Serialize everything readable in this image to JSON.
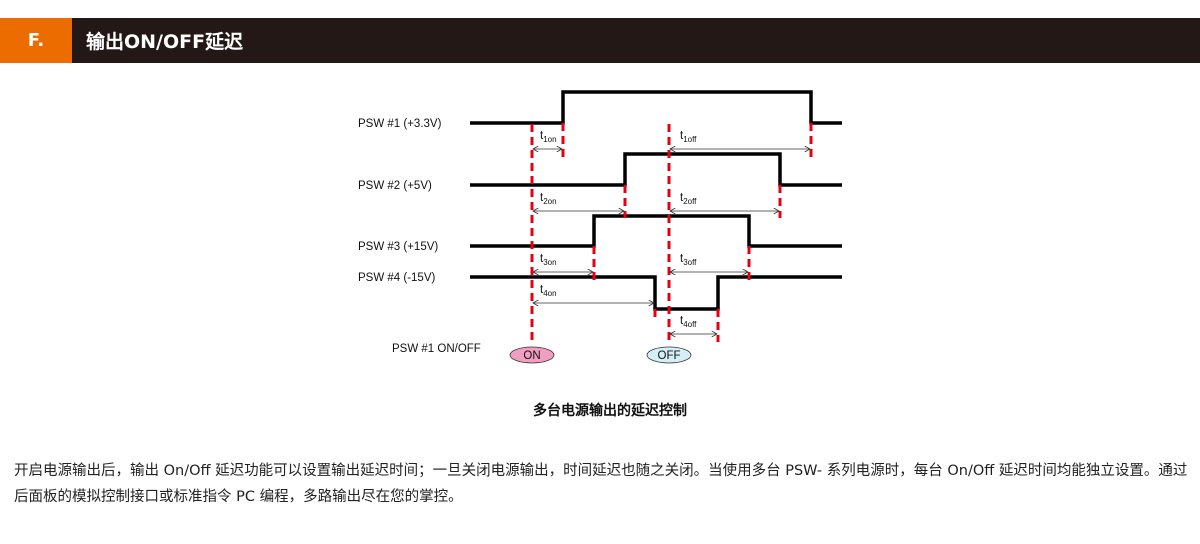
{
  "header": {
    "number": "F.",
    "title": "输出ON/OFF延迟"
  },
  "diagram": {
    "channels": [
      "PSW  #1  (+3.3V)",
      "PSW  #2  (+5V)",
      "PSW  #3  (+15V)",
      "PSW  #4  (-15V)"
    ],
    "control_label": "PSW   #1  ON/OFF",
    "on_label": "ON",
    "off_label": "OFF",
    "delays": [
      {
        "on": "1on",
        "off": "1off"
      },
      {
        "on": "2on",
        "off": "2off"
      },
      {
        "on": "3on",
        "off": "3off"
      },
      {
        "on": "4on",
        "off": "4off"
      }
    ],
    "t": "t",
    "colors": {
      "on_fill": "#f19ec2",
      "off_fill": "#d6eef6",
      "marker": "#e60012"
    }
  },
  "caption": "多台电源输出的延迟控制",
  "description": "开启电源输出后，输出 On/Off 延迟功能可以设置输出延迟时间；一旦关闭电源输出，时间延迟也随之关闭。当使用多台 PSW- 系列电源时，每台 On/Off 延迟时间均能独立设置。通过后面板的模拟控制接口或标准指令 PC 编程，多路输出尽在您的掌控。"
}
